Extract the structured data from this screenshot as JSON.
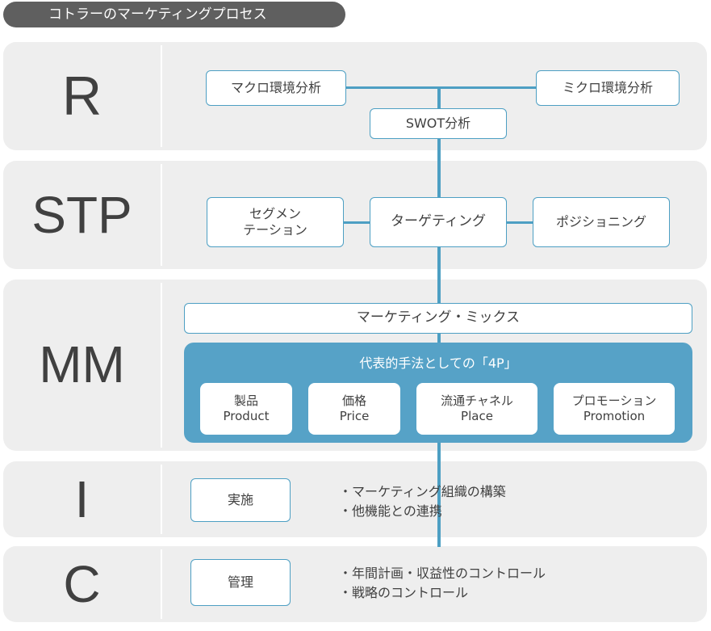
{
  "title": "コトラーのマーケティングプロセス",
  "rows": [
    {
      "letter": "R"
    },
    {
      "letter": "STP"
    },
    {
      "letter": "MM"
    },
    {
      "letter": "I"
    },
    {
      "letter": "C"
    }
  ],
  "r": {
    "macro": "マクロ環境分析",
    "micro": "ミクロ環境分析",
    "swot": "SWOT分析"
  },
  "stp": {
    "segmentation_line1": "セグメン",
    "segmentation_line2": "テーション",
    "targeting": "ターゲティング",
    "positioning": "ポジショニング"
  },
  "mm": {
    "mix": "マーケティング・ミックス",
    "panel_title": "代表的手法としての「4P」",
    "items": [
      {
        "ja": "製品",
        "en": "Product"
      },
      {
        "ja": "価格",
        "en": "Price"
      },
      {
        "ja": "流通チャネル",
        "en": "Place"
      },
      {
        "ja": "プロモーション",
        "en": "Promotion"
      }
    ]
  },
  "i": {
    "box": "実施",
    "bullets": [
      "・マーケティング組織の構築",
      "・他機能との連携"
    ]
  },
  "c": {
    "box": "管理",
    "bullets": [
      "・年間計画・収益性のコントロール",
      "・戦略のコントロール"
    ]
  },
  "colors": {
    "accent": "#4d9fc3",
    "panel": "#56a2c7",
    "row_bg": "#eeeeee",
    "title_bg": "#5f5f5f"
  }
}
